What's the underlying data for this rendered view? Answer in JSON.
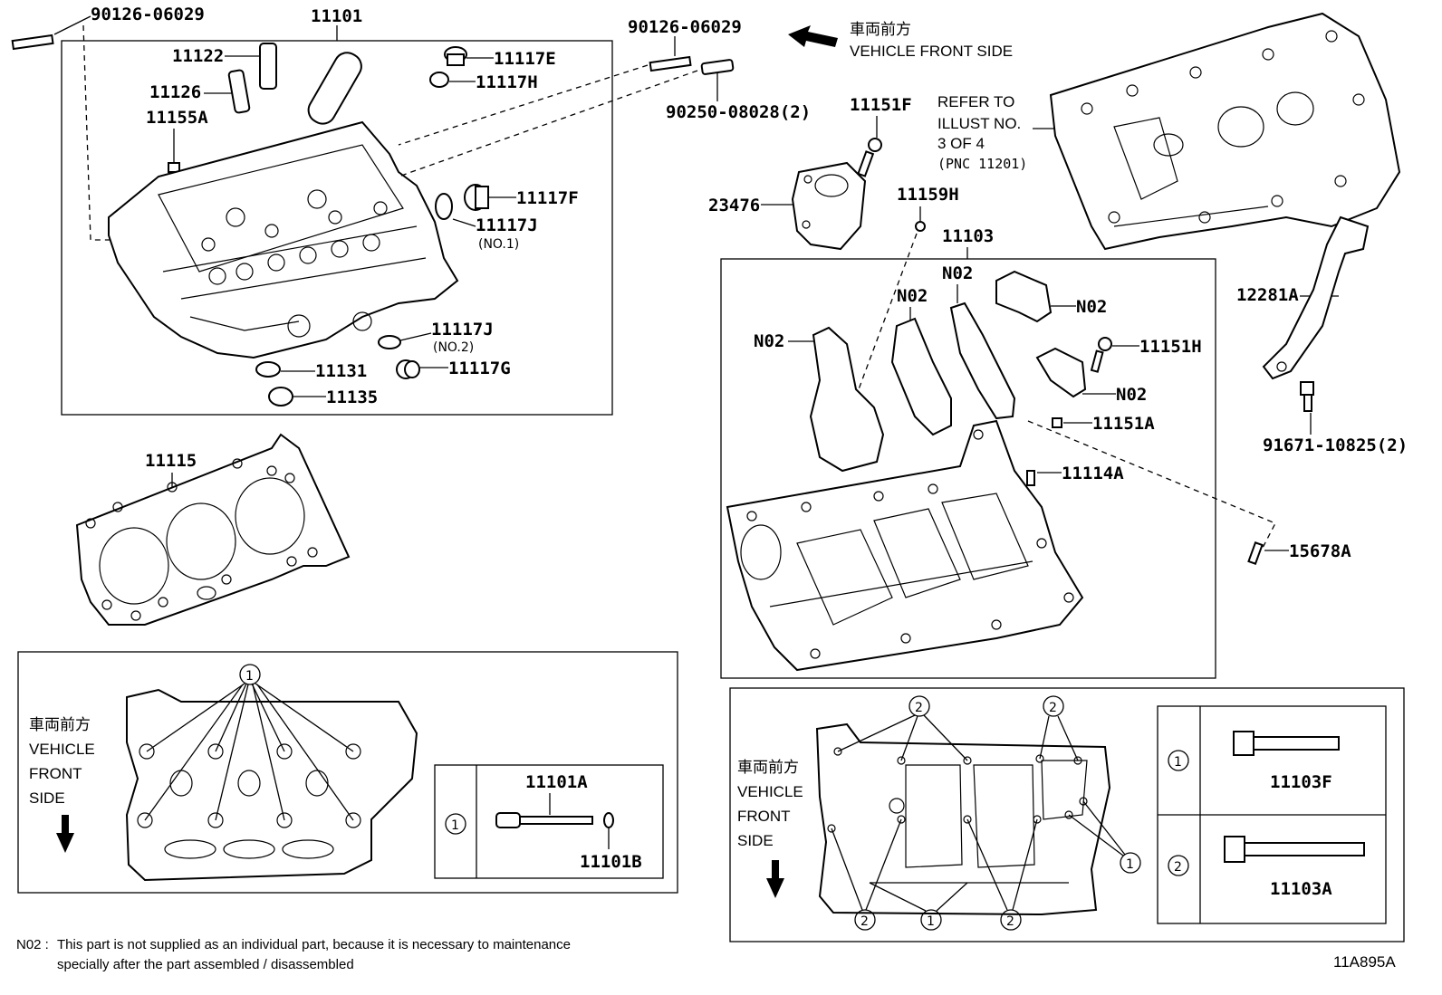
{
  "parts": {
    "p90126_tl": "90126-06029",
    "p11101": "11101",
    "p11122": "11122",
    "p11126": "11126",
    "p11155A": "11155A",
    "p11117E": "11117E",
    "p11117H": "11117H",
    "p11117F": "11117F",
    "p11117J_1": "11117J",
    "no1": "(NO.1)",
    "p11117J_2": "11117J",
    "no2": "(NO.2)",
    "p11131": "11131",
    "p11117G": "11117G",
    "p11135": "11135",
    "p90126_tc": "90126-06029",
    "p90250": "90250-08028(2)",
    "p11115": "11115",
    "p11151F": "11151F",
    "p23476": "23476",
    "p11159H": "11159H",
    "p11103": "11103",
    "n02_a": "N02",
    "n02_b": "N02",
    "n02_c": "N02",
    "n02_d": "N02",
    "n02_e": "N02",
    "p11151H": "11151H",
    "p11151A": "11151A",
    "p11114A": "11114A",
    "p15678A": "15678A",
    "p12281A": "12281A",
    "p91671": "91671-10825(2)",
    "p11101A": "11101A",
    "p11101B": "11101B",
    "p11103F": "11103F",
    "p11103A": "11103A"
  },
  "refer": [
    "REFER TO",
    "ILLUST NO.",
    "3 OF 4",
    "(PNC 11201)"
  ],
  "front_top": {
    "jp": "車両前方",
    "en": "VEHICLE FRONT SIDE"
  },
  "front_left": {
    "jp": "車両前方",
    "l1": "VEHICLE",
    "l2": "FRONT",
    "l3": "SIDE"
  },
  "front_right": {
    "jp": "車両前方",
    "l1": "VEHICLE",
    "l2": "FRONT",
    "l3": "SIDE"
  },
  "callouts": {
    "one": "1",
    "two": "2"
  },
  "footnote": {
    "prefix": "N02 :",
    "line1": "This part is not supplied as an individual part, because it is necessary to maintenance",
    "line2": "specially after the part assembled / disassembled"
  },
  "illust_id": "11A895A"
}
